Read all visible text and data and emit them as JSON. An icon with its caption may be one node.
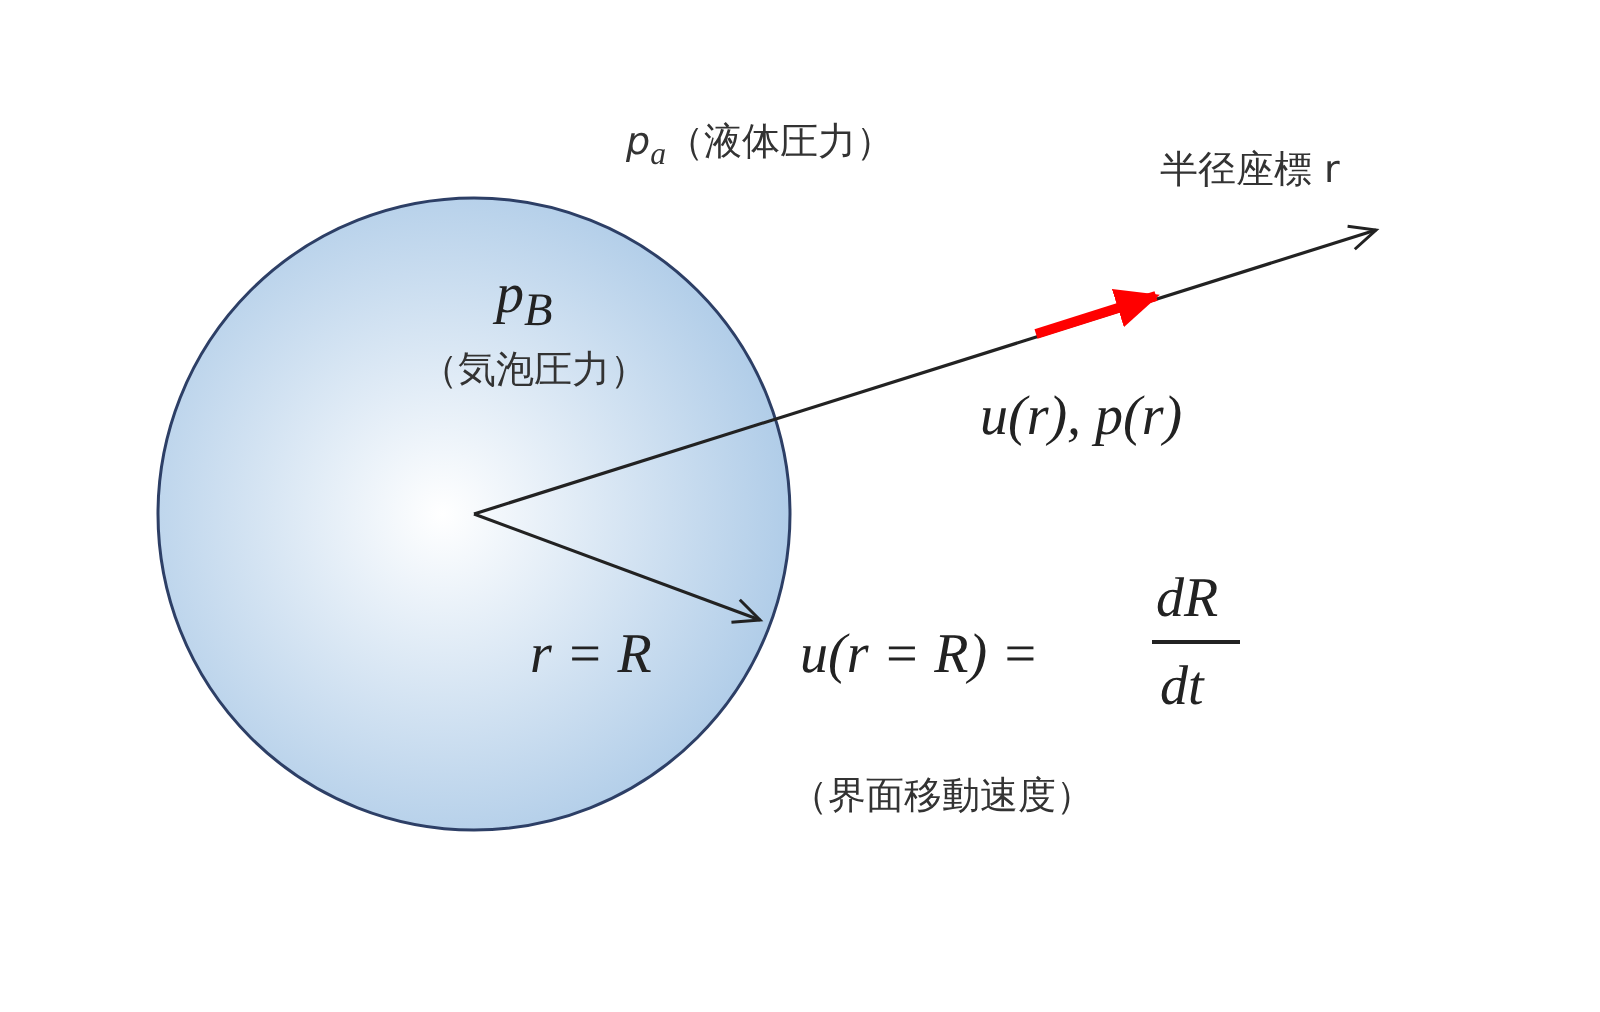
{
  "diagram": {
    "nodes": [
      {
        "text": [
          "p$_{B}$",
          "（気泡圧力）"
        ]
      }
    ],
    "labels": [
      "*p*$_{a}$（液体圧力）",
      "半径座標 r",
      "u(r), p(r)",
      "r = R",
      "u(r = R) =",
      "dR",
      "dt",
      "（界面移動速度）"
    ]
  }
}
